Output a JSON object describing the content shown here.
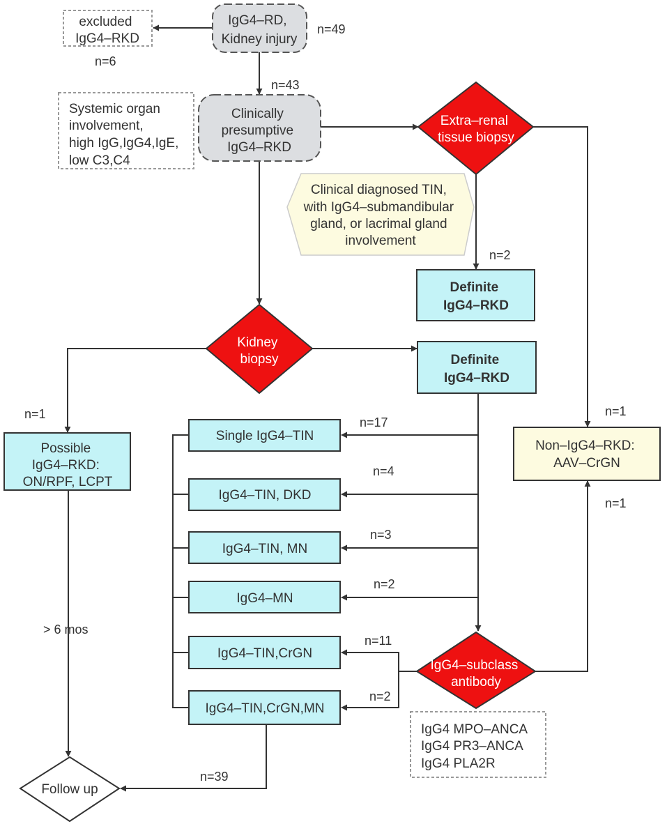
{
  "colors": {
    "grey_node": "#dcdee1",
    "cyan_node": "#c4f3f7",
    "red_diamond": "#ee1111",
    "yellow_note": "#fdfbe0",
    "line": "#333333"
  },
  "nodes": {
    "igg4rd": [
      "IgG4–RD,",
      "Kidney injury"
    ],
    "excluded": [
      "excluded",
      "IgG4–RKD"
    ],
    "clinical": [
      "Clinically",
      "presumptive",
      "IgG4–RKD"
    ],
    "systemic_note": [
      "Systemic organ",
      "involvement,",
      "high IgG,IgG4,IgE,",
      "low C3,C4"
    ],
    "extrarenal": [
      "Extra–renal",
      "tissue biopsy"
    ],
    "tin_note": [
      "Clinical diagnosed TIN,",
      "with IgG4–submandibular",
      "gland, or lacrimal gland",
      "involvement"
    ],
    "definite_top": [
      "Definite",
      "IgG4–RKD"
    ],
    "kidney_biopsy": [
      "Kidney",
      "biopsy"
    ],
    "definite_mid": [
      "Definite",
      "IgG4–RKD"
    ],
    "possible": [
      "Possible",
      "IgG4–RKD:",
      "ON/RPF, LCPT"
    ],
    "single_tin": "Single IgG4–TIN",
    "tin_dkd": "IgG4–TIN, DKD",
    "tin_mn": "IgG4–TIN, MN",
    "mn": "IgG4–MN",
    "tin_crgn": "IgG4–TIN,CrGN",
    "tin_crgn_mn": "IgG4–TIN,CrGN,MN",
    "non_igg4": [
      "Non–IgG4–RKD:",
      "AAV–CrGN"
    ],
    "subclass": [
      "IgG4–subclass",
      "antibody"
    ],
    "antibody_note": [
      "IgG4 MPO–ANCA",
      "IgG4 PR3–ANCA",
      "IgG4 PLA2R"
    ],
    "follow_up": "Follow up"
  },
  "counts": {
    "n49": "n=49",
    "n6": "n=6",
    "n43": "n=43",
    "n2_top": "n=2",
    "n1_left": "n=1",
    "n17": "n=17",
    "n4": "n=4",
    "n3": "n=3",
    "n2_mn": "n=2",
    "n11": "n=11",
    "n2_crgn": "n=2",
    "n1_top_right": "n=1",
    "n1_bottom_right": "n=1",
    "months": "> 6 mos",
    "n39": "n=39"
  }
}
